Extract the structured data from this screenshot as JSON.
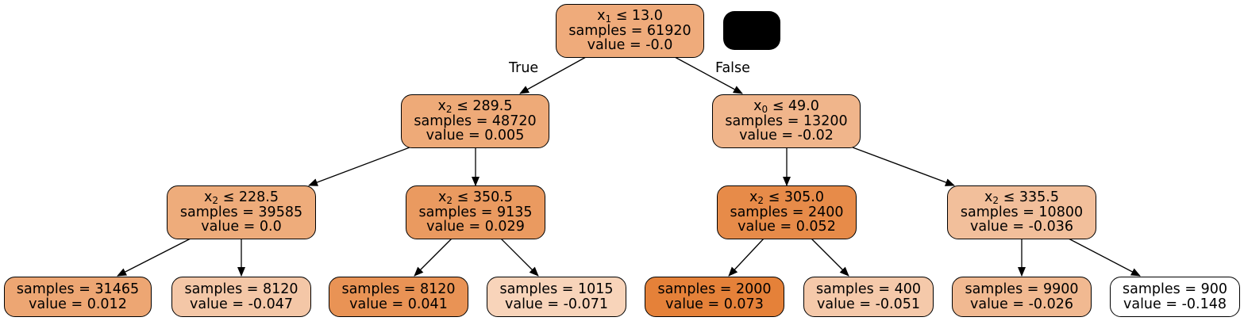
{
  "edge_labels": {
    "true_label": "True",
    "false_label": "False"
  },
  "nodes": {
    "root": {
      "var": "x",
      "sub": "1",
      "cond": "≤ 13.0",
      "samples": "samples = 61920",
      "value": "value = -0.0",
      "color": "#efab7b"
    },
    "n1": {
      "var": "x",
      "sub": "2",
      "cond": "≤ 289.5",
      "samples": "samples = 48720",
      "value": "value = 0.005",
      "color": "#eeaa78"
    },
    "n2": {
      "var": "x",
      "sub": "0",
      "cond": "≤ 49.0",
      "samples": "samples = 13200",
      "value": "value = -0.02",
      "color": "#f0b58b"
    },
    "n1l": {
      "var": "x",
      "sub": "2",
      "cond": "≤ 228.5",
      "samples": "samples = 39585",
      "value": "value = 0.0",
      "color": "#eeac7b"
    },
    "n1r": {
      "var": "x",
      "sub": "2",
      "cond": "≤ 350.5",
      "samples": "samples = 9135",
      "value": "value = 0.029",
      "color": "#ea9a60"
    },
    "n2l": {
      "var": "x",
      "sub": "2",
      "cond": "≤ 305.0",
      "samples": "samples = 2400",
      "value": "value = 0.052",
      "color": "#e78b49"
    },
    "n2r": {
      "var": "x",
      "sub": "2",
      "cond": "≤ 335.5",
      "samples": "samples = 10800",
      "value": "value = -0.036",
      "color": "#f2bf9b"
    },
    "leaf1": {
      "samples": "samples = 31465",
      "value": "value = 0.012",
      "color": "#eda673"
    },
    "leaf2": {
      "samples": "samples = 8120",
      "value": "value = -0.047",
      "color": "#f4c7a7"
    },
    "leaf3": {
      "samples": "samples = 8120",
      "value": "value = 0.041",
      "color": "#e99355"
    },
    "leaf4": {
      "samples": "samples = 1015",
      "value": "value = -0.071",
      "color": "#f8d4ba"
    },
    "leaf5": {
      "samples": "samples = 2000",
      "value": "value = 0.073",
      "color": "#e58139"
    },
    "leaf6": {
      "samples": "samples = 400",
      "value": "value = -0.051",
      "color": "#f5c9aa"
    },
    "leaf7": {
      "samples": "samples = 9900",
      "value": "value = -0.026",
      "color": "#f1b991"
    },
    "leaf8": {
      "samples": "samples = 900",
      "value": "value = -0.148",
      "color": "#ffffff"
    }
  }
}
